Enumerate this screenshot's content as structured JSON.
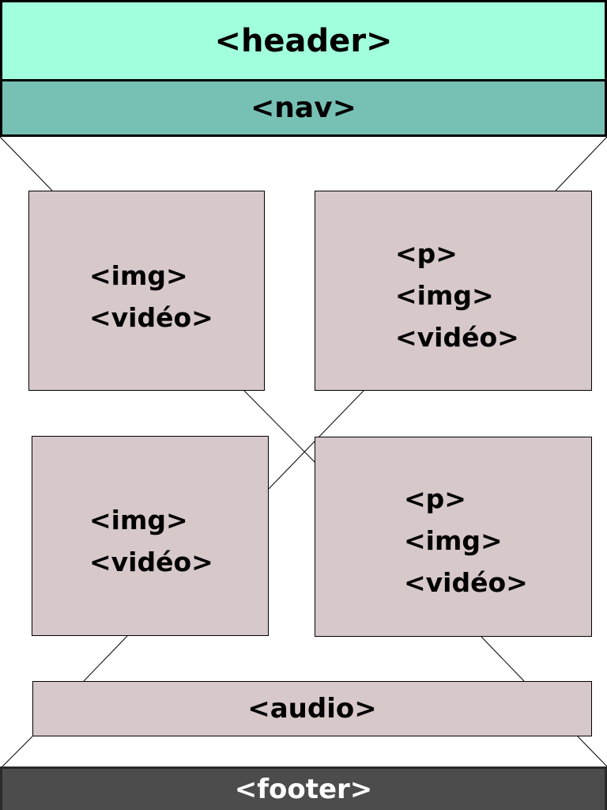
{
  "colors": {
    "header": "#a1ffdd",
    "nav": "#77c0b4",
    "box": "#d7c8c9",
    "footer": "#4c4c4c",
    "footer_text": "#ffffff",
    "text": "#000000"
  },
  "header": {
    "label": "<header>"
  },
  "nav": {
    "label": "<nav>"
  },
  "boxes": [
    {
      "lines": [
        "<img>",
        "<vidéo>"
      ]
    },
    {
      "lines": [
        "<p>",
        "<img>",
        "<vidéo>"
      ]
    },
    {
      "lines": [
        "<img>",
        "<vidéo>"
      ]
    },
    {
      "lines": [
        "<p>",
        "<img>",
        "<vidéo>"
      ]
    }
  ],
  "audio": {
    "label": "<audio>"
  },
  "footer": {
    "label": "<footer>"
  }
}
